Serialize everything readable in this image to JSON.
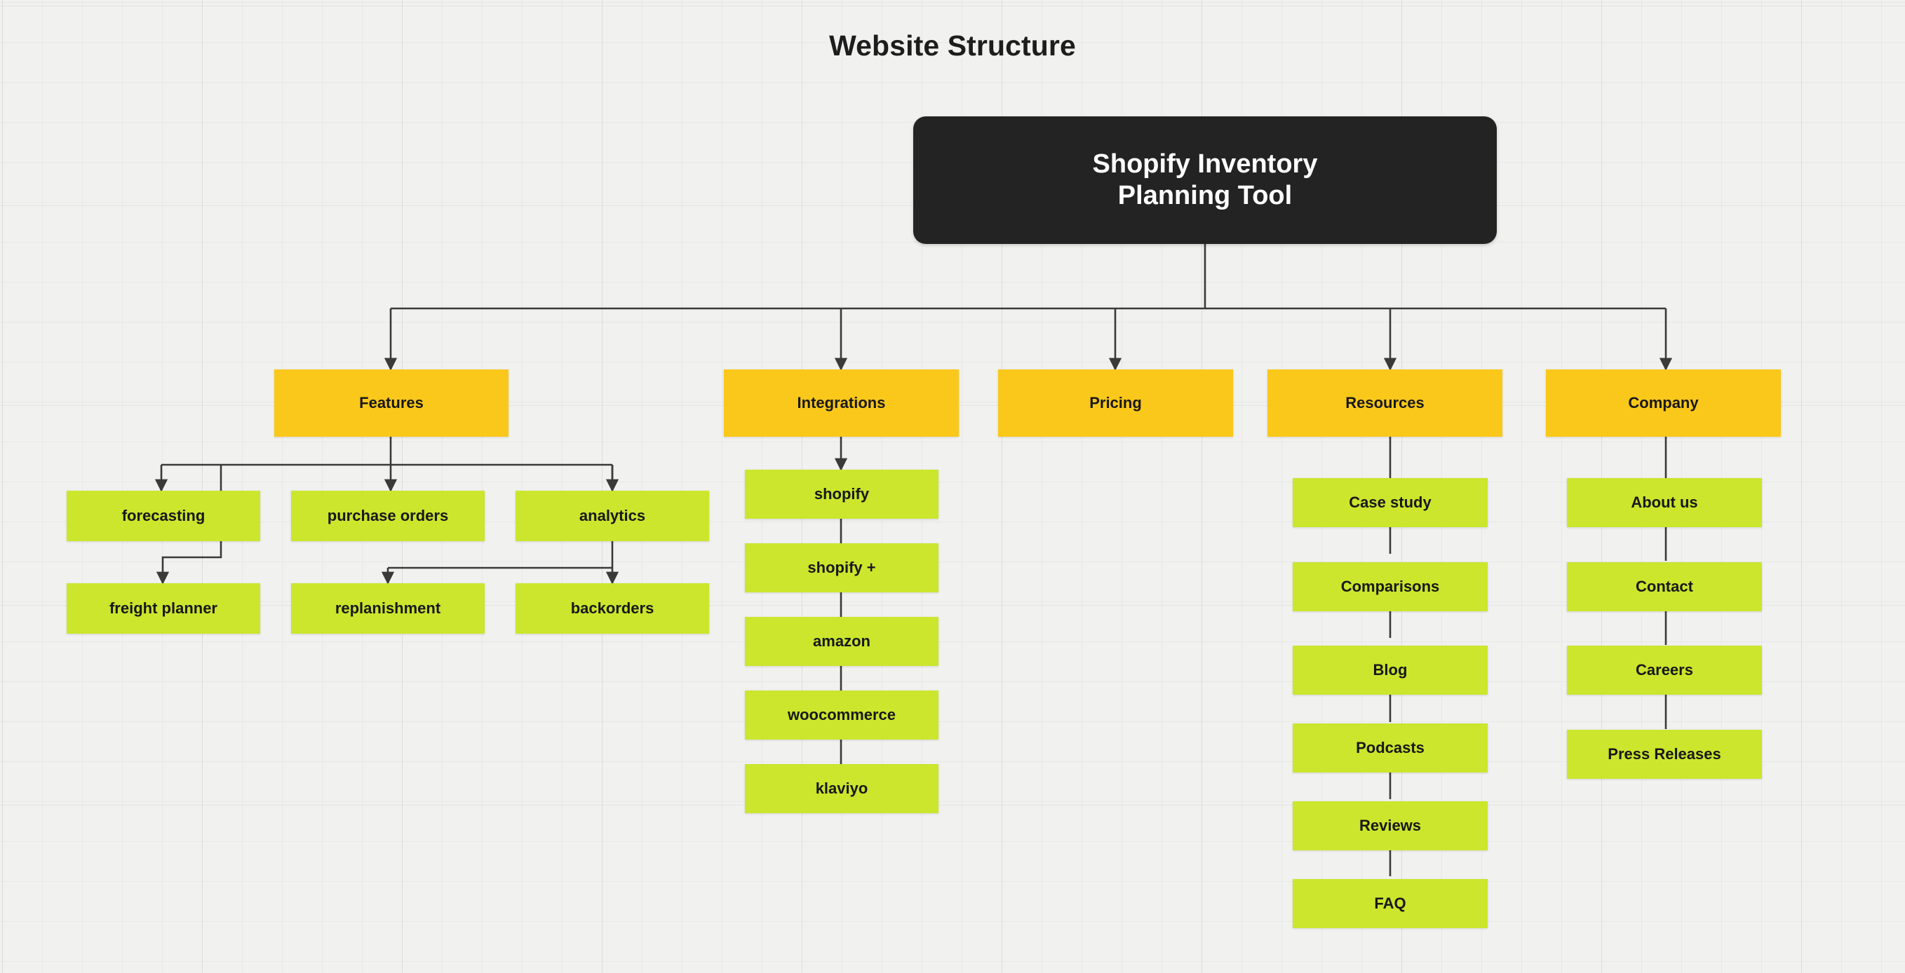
{
  "title": "Website Structure",
  "theme": {
    "background": "#f1f1f0",
    "root_bg": "#232323",
    "root_text": "#ffffff",
    "section_bg": "#fac81a",
    "leaf_bg": "#cbe62d",
    "node_text": "#181818",
    "edge_color": "#3a3a3a"
  },
  "chart_data": {
    "type": "diagram",
    "diagram_type": "tree",
    "title": "Website Structure",
    "root": "Shopify Inventory Planning Tool",
    "nodes": [
      {
        "id": "root",
        "label": "Shopify Inventory Planning Tool",
        "level": 0,
        "style": "root"
      },
      {
        "id": "features",
        "label": "Features",
        "level": 1,
        "style": "section"
      },
      {
        "id": "integrations",
        "label": "Integrations",
        "level": 1,
        "style": "section"
      },
      {
        "id": "pricing",
        "label": "Pricing",
        "level": 1,
        "style": "section"
      },
      {
        "id": "resources",
        "label": "Resources",
        "level": 1,
        "style": "section"
      },
      {
        "id": "company",
        "label": "Company",
        "level": 1,
        "style": "section"
      },
      {
        "id": "forecasting",
        "label": "forecasting",
        "level": 2,
        "style": "leaf"
      },
      {
        "id": "purchase-orders",
        "label": "purchase orders",
        "level": 2,
        "style": "leaf"
      },
      {
        "id": "analytics",
        "label": "analytics",
        "level": 2,
        "style": "leaf"
      },
      {
        "id": "freight-planner",
        "label": "freight planner",
        "level": 3,
        "style": "leaf"
      },
      {
        "id": "replanishment",
        "label": "replanishment",
        "level": 3,
        "style": "leaf"
      },
      {
        "id": "backorders",
        "label": "backorders",
        "level": 3,
        "style": "leaf"
      },
      {
        "id": "shopify",
        "label": "shopify",
        "level": 2,
        "style": "leaf"
      },
      {
        "id": "shopify-plus",
        "label": "shopify +",
        "level": 2,
        "style": "leaf"
      },
      {
        "id": "amazon",
        "label": "amazon",
        "level": 2,
        "style": "leaf"
      },
      {
        "id": "woocommerce",
        "label": "woocommerce",
        "level": 2,
        "style": "leaf"
      },
      {
        "id": "klaviyo",
        "label": "klaviyo",
        "level": 2,
        "style": "leaf"
      },
      {
        "id": "case-study",
        "label": "Case study",
        "level": 2,
        "style": "leaf"
      },
      {
        "id": "comparisons",
        "label": "Comparisons",
        "level": 2,
        "style": "leaf"
      },
      {
        "id": "blog",
        "label": "Blog",
        "level": 2,
        "style": "leaf"
      },
      {
        "id": "podcasts",
        "label": "Podcasts",
        "level": 2,
        "style": "leaf"
      },
      {
        "id": "reviews",
        "label": "Reviews",
        "level": 2,
        "style": "leaf"
      },
      {
        "id": "faq",
        "label": "FAQ",
        "level": 2,
        "style": "leaf"
      },
      {
        "id": "about-us",
        "label": "About us",
        "level": 2,
        "style": "leaf"
      },
      {
        "id": "contact",
        "label": "Contact",
        "level": 2,
        "style": "leaf"
      },
      {
        "id": "careers",
        "label": "Careers",
        "level": 2,
        "style": "leaf"
      },
      {
        "id": "press-releases",
        "label": "Press Releases",
        "level": 2,
        "style": "leaf"
      }
    ],
    "edges": [
      [
        "root",
        "features"
      ],
      [
        "root",
        "integrations"
      ],
      [
        "root",
        "pricing"
      ],
      [
        "root",
        "resources"
      ],
      [
        "root",
        "company"
      ],
      [
        "features",
        "forecasting"
      ],
      [
        "features",
        "purchase-orders"
      ],
      [
        "features",
        "analytics"
      ],
      [
        "features",
        "freight-planner"
      ],
      [
        "features",
        "replanishment"
      ],
      [
        "features",
        "backorders"
      ],
      [
        "integrations",
        "shopify"
      ],
      [
        "shopify",
        "shopify-plus"
      ],
      [
        "shopify-plus",
        "amazon"
      ],
      [
        "amazon",
        "woocommerce"
      ],
      [
        "woocommerce",
        "klaviyo"
      ],
      [
        "resources",
        "case-study"
      ],
      [
        "case-study",
        "comparisons"
      ],
      [
        "comparisons",
        "blog"
      ],
      [
        "blog",
        "podcasts"
      ],
      [
        "podcasts",
        "reviews"
      ],
      [
        "reviews",
        "faq"
      ],
      [
        "company",
        "about-us"
      ],
      [
        "about-us",
        "contact"
      ],
      [
        "contact",
        "careers"
      ],
      [
        "careers",
        "press-releases"
      ]
    ]
  },
  "nodes": {
    "root": "Shopify Inventory Planning Tool",
    "root_line1": "Shopify Inventory",
    "root_line2": "Planning Tool",
    "features": "Features",
    "integrations": "Integrations",
    "pricing": "Pricing",
    "resources": "Resources",
    "company": "Company",
    "forecasting": "forecasting",
    "purchase_orders": "purchase orders",
    "analytics": "analytics",
    "freight_planner": "freight planner",
    "replanishment": "replanishment",
    "backorders": "backorders",
    "shopify": "shopify",
    "shopify_plus": "shopify +",
    "amazon": "amazon",
    "woocommerce": "woocommerce",
    "klaviyo": "klaviyo",
    "case_study": "Case study",
    "comparisons": "Comparisons",
    "blog": "Blog",
    "podcasts": "Podcasts",
    "reviews": "Reviews",
    "faq": "FAQ",
    "about_us": "About us",
    "contact": "Contact",
    "careers": "Careers",
    "press_releases": "Press Releases"
  }
}
